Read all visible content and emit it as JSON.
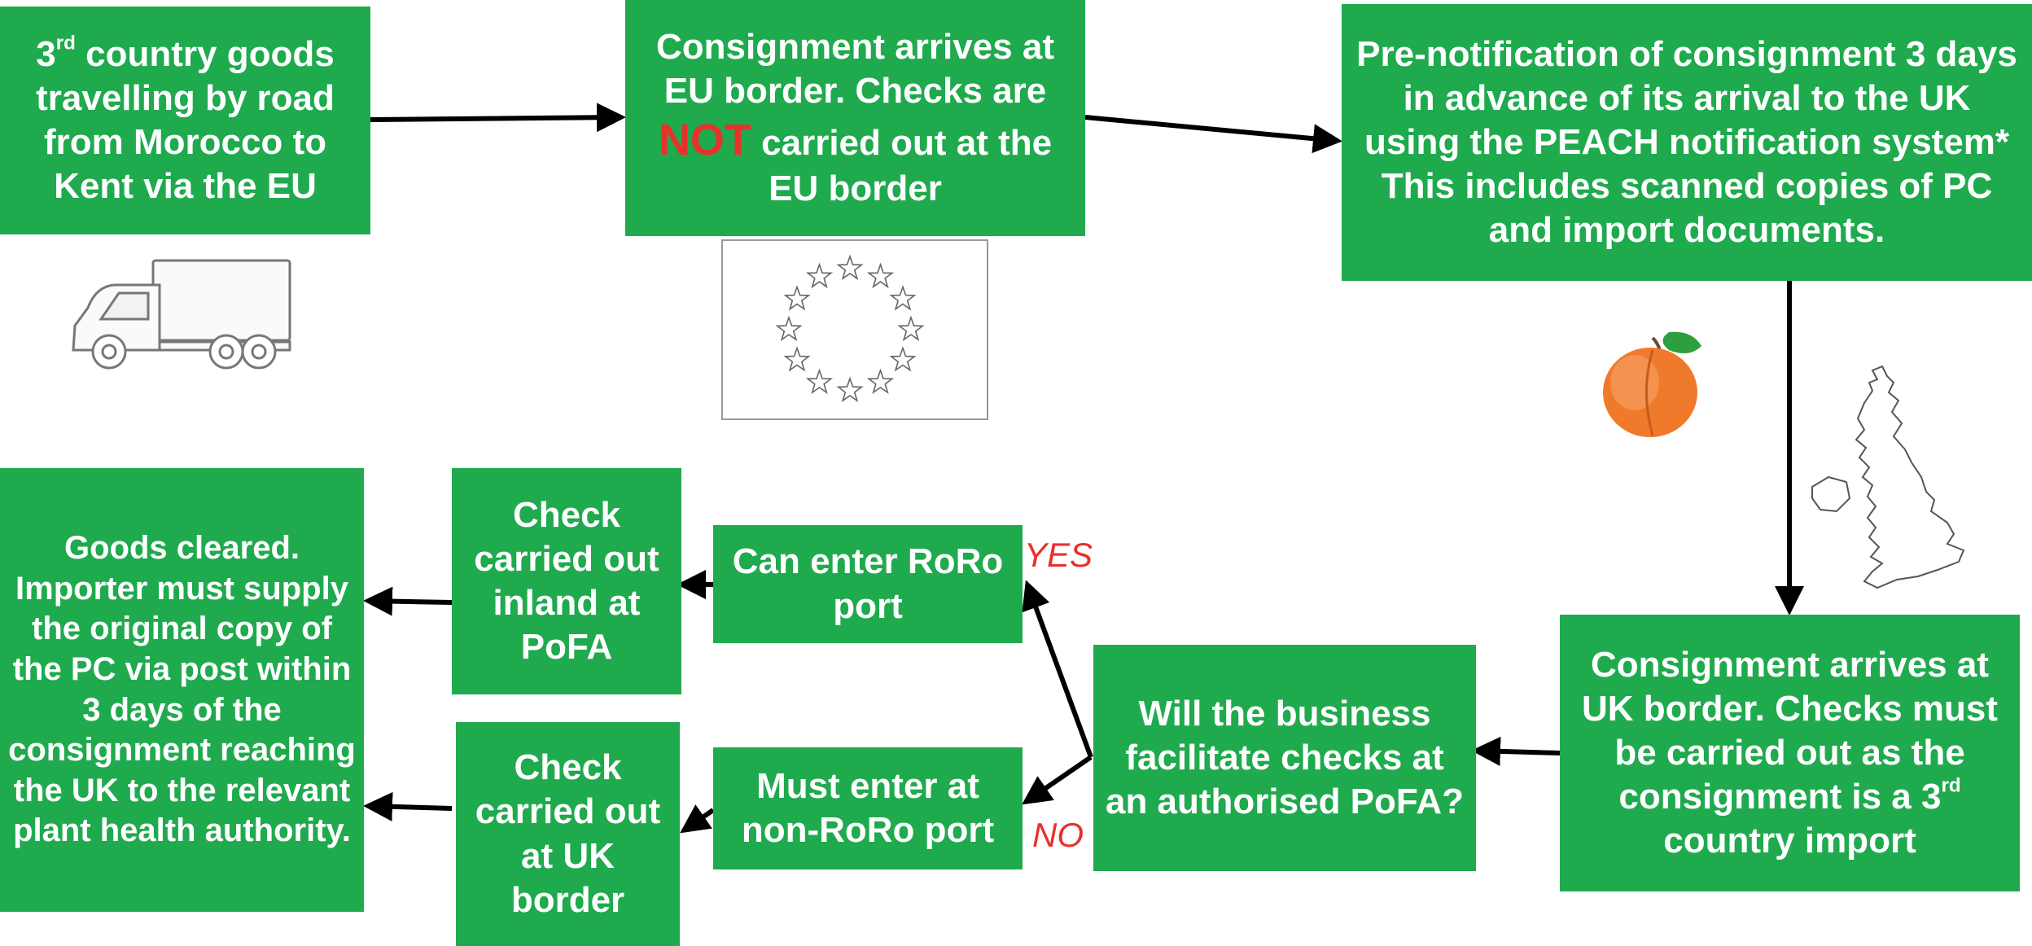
{
  "colors": {
    "box": "#1faa4e",
    "emphasis": "#e8312a",
    "arrow": "#000000"
  },
  "nodes": {
    "start": {
      "sup_prefix": "3",
      "sup": "rd",
      "text": " country goods travelling by road from Morocco to Kent via the EU"
    },
    "eu_border": {
      "line1": "Consignment arrives at EU border. Checks are",
      "emphasis": "NOT",
      "line2": " carried out at the EU border"
    },
    "prenotification": {
      "text": "Pre-notification of consignment 3 days in advance of its arrival to the UK using the PEACH notification system* This includes scanned copies of PC and import documents."
    },
    "uk_border": {
      "text": "Consignment arrives at UK border. Checks must be carried out as the consignment is a 3",
      "sup": "rd",
      "text_after": " country import"
    },
    "decision": {
      "text": "Will the business facilitate checks at an authorised PoFA?"
    },
    "roro": {
      "text": "Can enter RoRo port"
    },
    "non_roro": {
      "text": "Must enter at non-RoRo port"
    },
    "inland": {
      "text": "Check carried out inland at PoFA"
    },
    "at_border": {
      "text": "Check carried out at UK border"
    },
    "cleared": {
      "text": "Goods cleared. Importer must supply the original copy of the PC via post within 3 days of the consignment reaching the UK to the relevant plant health authority."
    }
  },
  "branch_labels": {
    "yes": "YES",
    "no": "NO"
  },
  "icons": [
    "truck-icon",
    "eu-flag-icon",
    "peach-icon",
    "uk-map-icon"
  ]
}
